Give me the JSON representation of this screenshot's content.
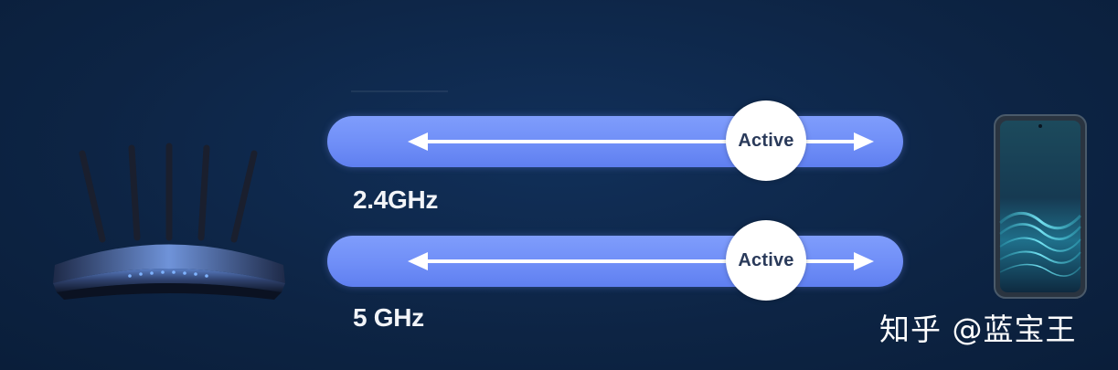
{
  "bands": [
    {
      "label": "2.4GHz",
      "status": "Active"
    },
    {
      "label": "5 GHz",
      "status": "Active"
    }
  ],
  "watermark": "知乎 @蓝宝王",
  "colors": {
    "background": "#0d2444",
    "band_fill": "#7490f8",
    "arrow": "#ffffff",
    "badge": "#ffffff",
    "badge_text": "#2a3a5a"
  },
  "icons": {
    "left_device": "wifi-router-icon",
    "right_device": "smartphone-icon",
    "link": "bidirectional-arrow-icon"
  }
}
